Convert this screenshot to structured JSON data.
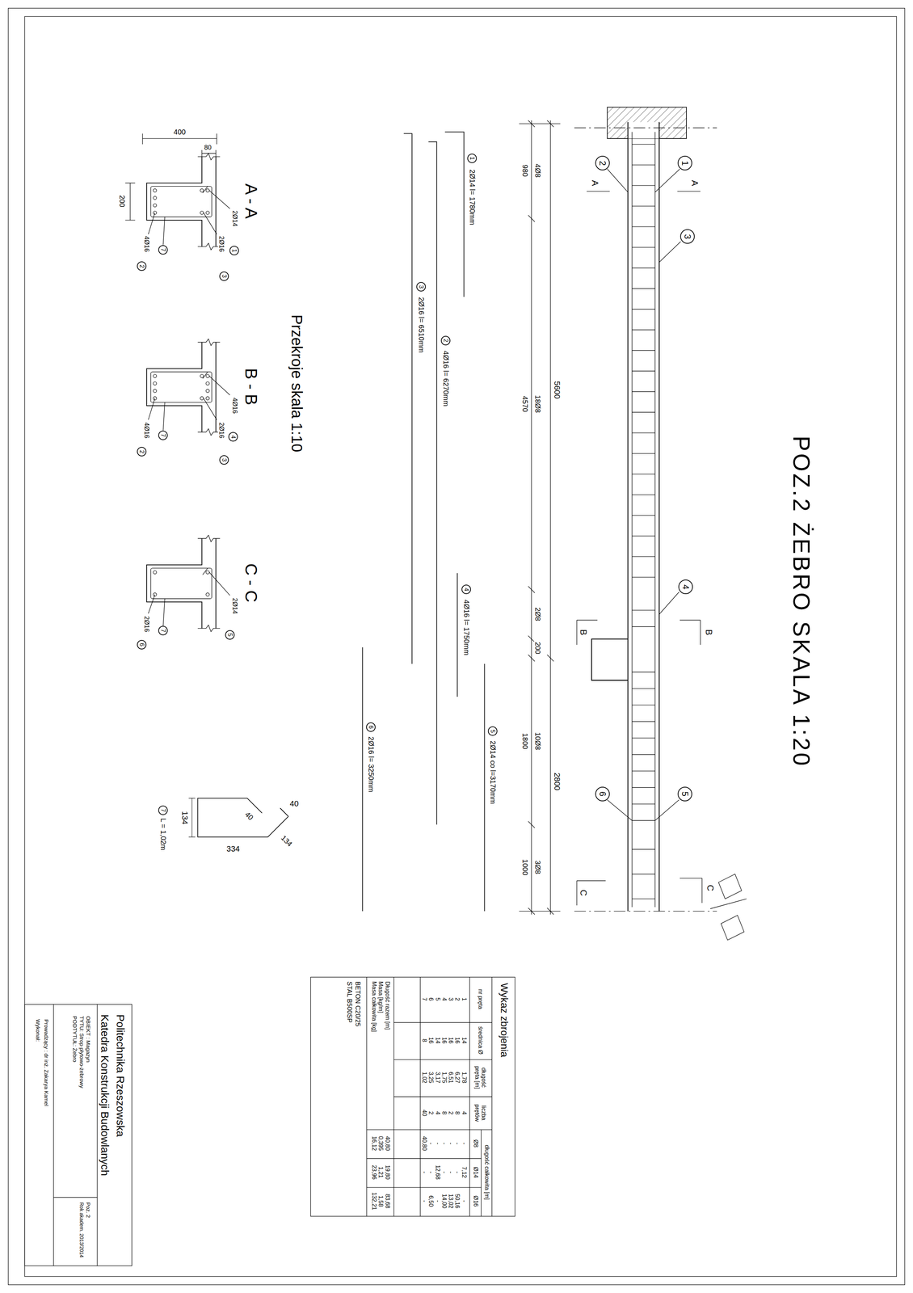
{
  "diagram": {
    "title": "POZ.2 ŻEBRO SKALA 1:20",
    "nodes": [
      {
        "text": [
          "2"
        ]
      },
      {
        "text": [
          "1"
        ]
      },
      {
        "text": [
          "3"
        ]
      },
      {
        "text": [
          "4"
        ]
      },
      {
        "text": [
          "6"
        ]
      },
      {
        "text": [
          "5"
        ]
      },
      {
        "text": [
          "1"
        ]
      },
      {
        "text": [
          "2"
        ]
      },
      {
        "text": [
          "3"
        ]
      },
      {
        "text": [
          "4"
        ]
      },
      {
        "text": [
          "5"
        ]
      },
      {
        "text": [
          "6"
        ]
      },
      {
        "text": [
          "1"
        ]
      },
      {
        "text": [
          "3"
        ]
      },
      {
        "text": [
          "7"
        ]
      },
      {
        "text": [
          "2"
        ]
      },
      {
        "text": [
          "4"
        ]
      },
      {
        "text": [
          "3"
        ]
      },
      {
        "text": [
          "7"
        ]
      },
      {
        "text": [
          "2"
        ]
      },
      {
        "text": [
          "5"
        ]
      },
      {
        "text": [
          "7"
        ]
      },
      {
        "text": [
          "6"
        ]
      },
      {
        "text": [
          "7"
        ]
      }
    ],
    "labels": [
      "A",
      "A",
      "B",
      "B",
      "C",
      "C",
      "5600",
      "2800",
      "4Ø8",
      "980",
      "18Ø8",
      "4570",
      "2Ø8",
      "200",
      "10Ø8",
      "1800",
      "3Ø8",
      "1000",
      "2Ø14 l= 1780mm",
      "4Ø16 l= 6270mm",
      "2Ø16 l= 6510mm",
      "4Ø16 l= 1750mm",
      "2Ø14 co l=3170mm",
      "2Ø16 l= 3250mm",
      "400",
      "80",
      "200",
      "A - A",
      "2Ø14",
      "2Ø16",
      "4Ø16",
      "B - B",
      "4Ø16",
      "2Ø16",
      "4Ø16",
      "C - C",
      "2Ø14",
      "2Ø16",
      "Przekroje skala 1:10",
      "L = 1,02m",
      "134",
      "334",
      "40",
      "40",
      "134",
      "Wykaz zbrojenia",
      "nr pręta",
      "średnica Ø",
      "długość pręta [m]",
      "liczba prętów",
      "długość całkowita [m]",
      "Ø8",
      "Ø14",
      "Ø16",
      "1",
      "14",
      "1,78",
      "4",
      "-",
      "7,12",
      "-",
      "2",
      "16",
      "6,27",
      "8",
      "-",
      "-",
      "50,16",
      "3",
      "16",
      "6,51",
      "2",
      "-",
      "-",
      "13,02",
      "4",
      "16",
      "1,75",
      "8",
      "-",
      "-",
      "14,00",
      "5",
      "14",
      "3,17",
      "4",
      "-",
      "12,68",
      "-",
      "6",
      "16",
      "3,25",
      "2",
      "-",
      "-",
      "6,50",
      "7",
      "8",
      "1,02",
      "40",
      "40,80",
      "-",
      "-",
      "Długość razem [m]",
      "Masa [kg/m]",
      "Masa całkowita [kg]",
      "40,80",
      "0,395",
      "16,12",
      "19,80",
      "1,21",
      "23,96",
      "83,68",
      "1,58",
      "132,21",
      "BETON C20/25",
      "STAL B500SP",
      "Politechnika Rzeszowska",
      "Katedra Konstrukcji Budowlanych",
      "OBIEKT : Magazyn",
      "TYTU: Strop płytowo-żebrowy",
      "PODTYTUŁ: Żebro",
      "Poz. 2",
      "Rok akadem. 2013/2014",
      "Prowadzący : dr inż. Zakarya Kamel",
      "Wykonał:"
    ]
  }
}
